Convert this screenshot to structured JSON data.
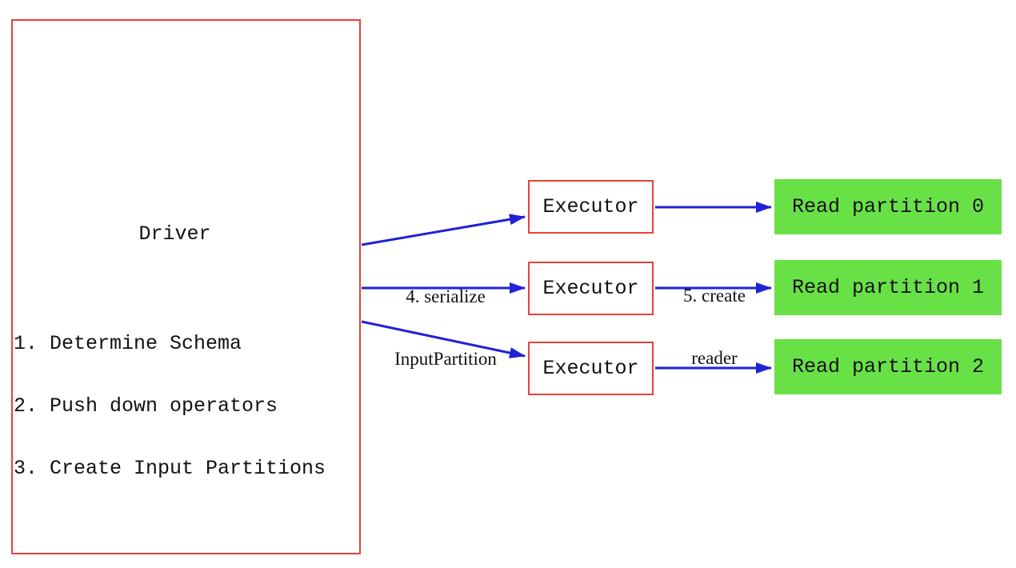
{
  "colors": {
    "box_border_red": "#e8413a",
    "arrow_blue": "#2121d6",
    "partition_green": "#68e147",
    "text_black": "#111111",
    "canvas_bg": "#ffffff"
  },
  "driver": {
    "title": "Driver",
    "steps": [
      "1. Determine Schema",
      "2. Push down operators",
      "3. Create Input Partitions"
    ]
  },
  "executors": [
    {
      "label": "Executor"
    },
    {
      "label": "Executor"
    },
    {
      "label": "Executor"
    }
  ],
  "partitions": [
    {
      "label": "Read partition 0"
    },
    {
      "label": "Read partition 1"
    },
    {
      "label": "Read partition 2"
    }
  ],
  "edge_labels": {
    "serialize": {
      "line1": "4. serialize",
      "line2": "InputPartition"
    },
    "create_reader": {
      "line1": "5. create",
      "line2": "reader"
    }
  }
}
